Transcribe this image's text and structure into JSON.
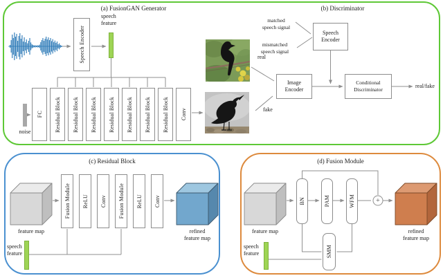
{
  "panels": {
    "a": {
      "title": "(a) FusionGAN Generator"
    },
    "b": {
      "title": "(b) Discriminator"
    },
    "c": {
      "title": "(c) Residual Block"
    },
    "d": {
      "title": "(d) Fusion Module"
    }
  },
  "generator": {
    "speech_feature_label": "speech\nfeature",
    "speech_encoder": "Speech Encoder",
    "noise_label": "noise",
    "fc": "FC",
    "residual_block": "Residual Block",
    "conv": "Conv",
    "waveform_amplitudes": [
      0.1,
      0.45,
      0.85,
      0.6,
      1.0,
      0.7,
      0.9,
      0.4,
      0.75,
      0.95,
      0.55,
      0.8,
      0.35,
      0.65,
      0.3,
      0.5,
      0.22,
      0.4,
      0.6,
      0.28,
      0.15,
      0.1,
      0.06,
      0.08,
      0.05,
      0.08,
      0.06,
      0.12,
      0.3,
      0.45,
      0.6,
      0.4,
      0.55,
      0.7,
      0.5,
      0.65,
      0.45,
      0.6,
      0.38,
      0.52,
      0.3,
      0.42,
      0.25,
      0.35,
      0.15,
      0.22,
      0.1,
      0.05
    ]
  },
  "discriminator": {
    "matched": "matched\nspeech signal",
    "mismatched": "mismatched\nspeech signal",
    "speech_encoder": "Speech\nEncoder",
    "image_encoder": "Image\nEncoder",
    "conditional_discriminator": "Conditional\nDiscriminator",
    "real": "real",
    "fake": "fake",
    "output": "real/fake"
  },
  "residual_block_panel": {
    "feature_map": "feature map",
    "fusion_module": "Fusion Module",
    "relu": "ReLU",
    "conv": "Conv",
    "refined_feature_map": "refined\nfeature map",
    "speech_feature": "speech\nfeature"
  },
  "fusion_module_panel": {
    "feature_map": "feature map",
    "bn": "BN",
    "pam": "PAM",
    "wfm": "WFM",
    "smm": "SMM",
    "plus": "+",
    "refined_feature_map": "refined\nfeature map",
    "speech_feature": "speech\nfeature"
  },
  "colors": {
    "panel_a_border": "#5ec836",
    "panel_c_border": "#4a90d0",
    "panel_d_border": "#dd8a3d",
    "speech_bar": "#9ed455",
    "speech_bar_edge": "#7eb23c",
    "noise_bar": "#a8a8a8",
    "waveform": "#2877b6",
    "cube_gray_front": "#d8d8d8",
    "cube_gray_top": "#ebebeb",
    "cube_gray_side": "#bfbfbf",
    "cube_gray_edge": "#8a8a8a",
    "cube_blue_front": "#72a7cd",
    "cube_blue_top": "#9ec7e0",
    "cube_blue_side": "#5688ad",
    "cube_blue_edge": "#3c596f",
    "cube_orange_front": "#cf7e4e",
    "cube_orange_top": "#dd9a72",
    "cube_orange_side": "#b2663c",
    "cube_orange_edge": "#7d4a28"
  }
}
